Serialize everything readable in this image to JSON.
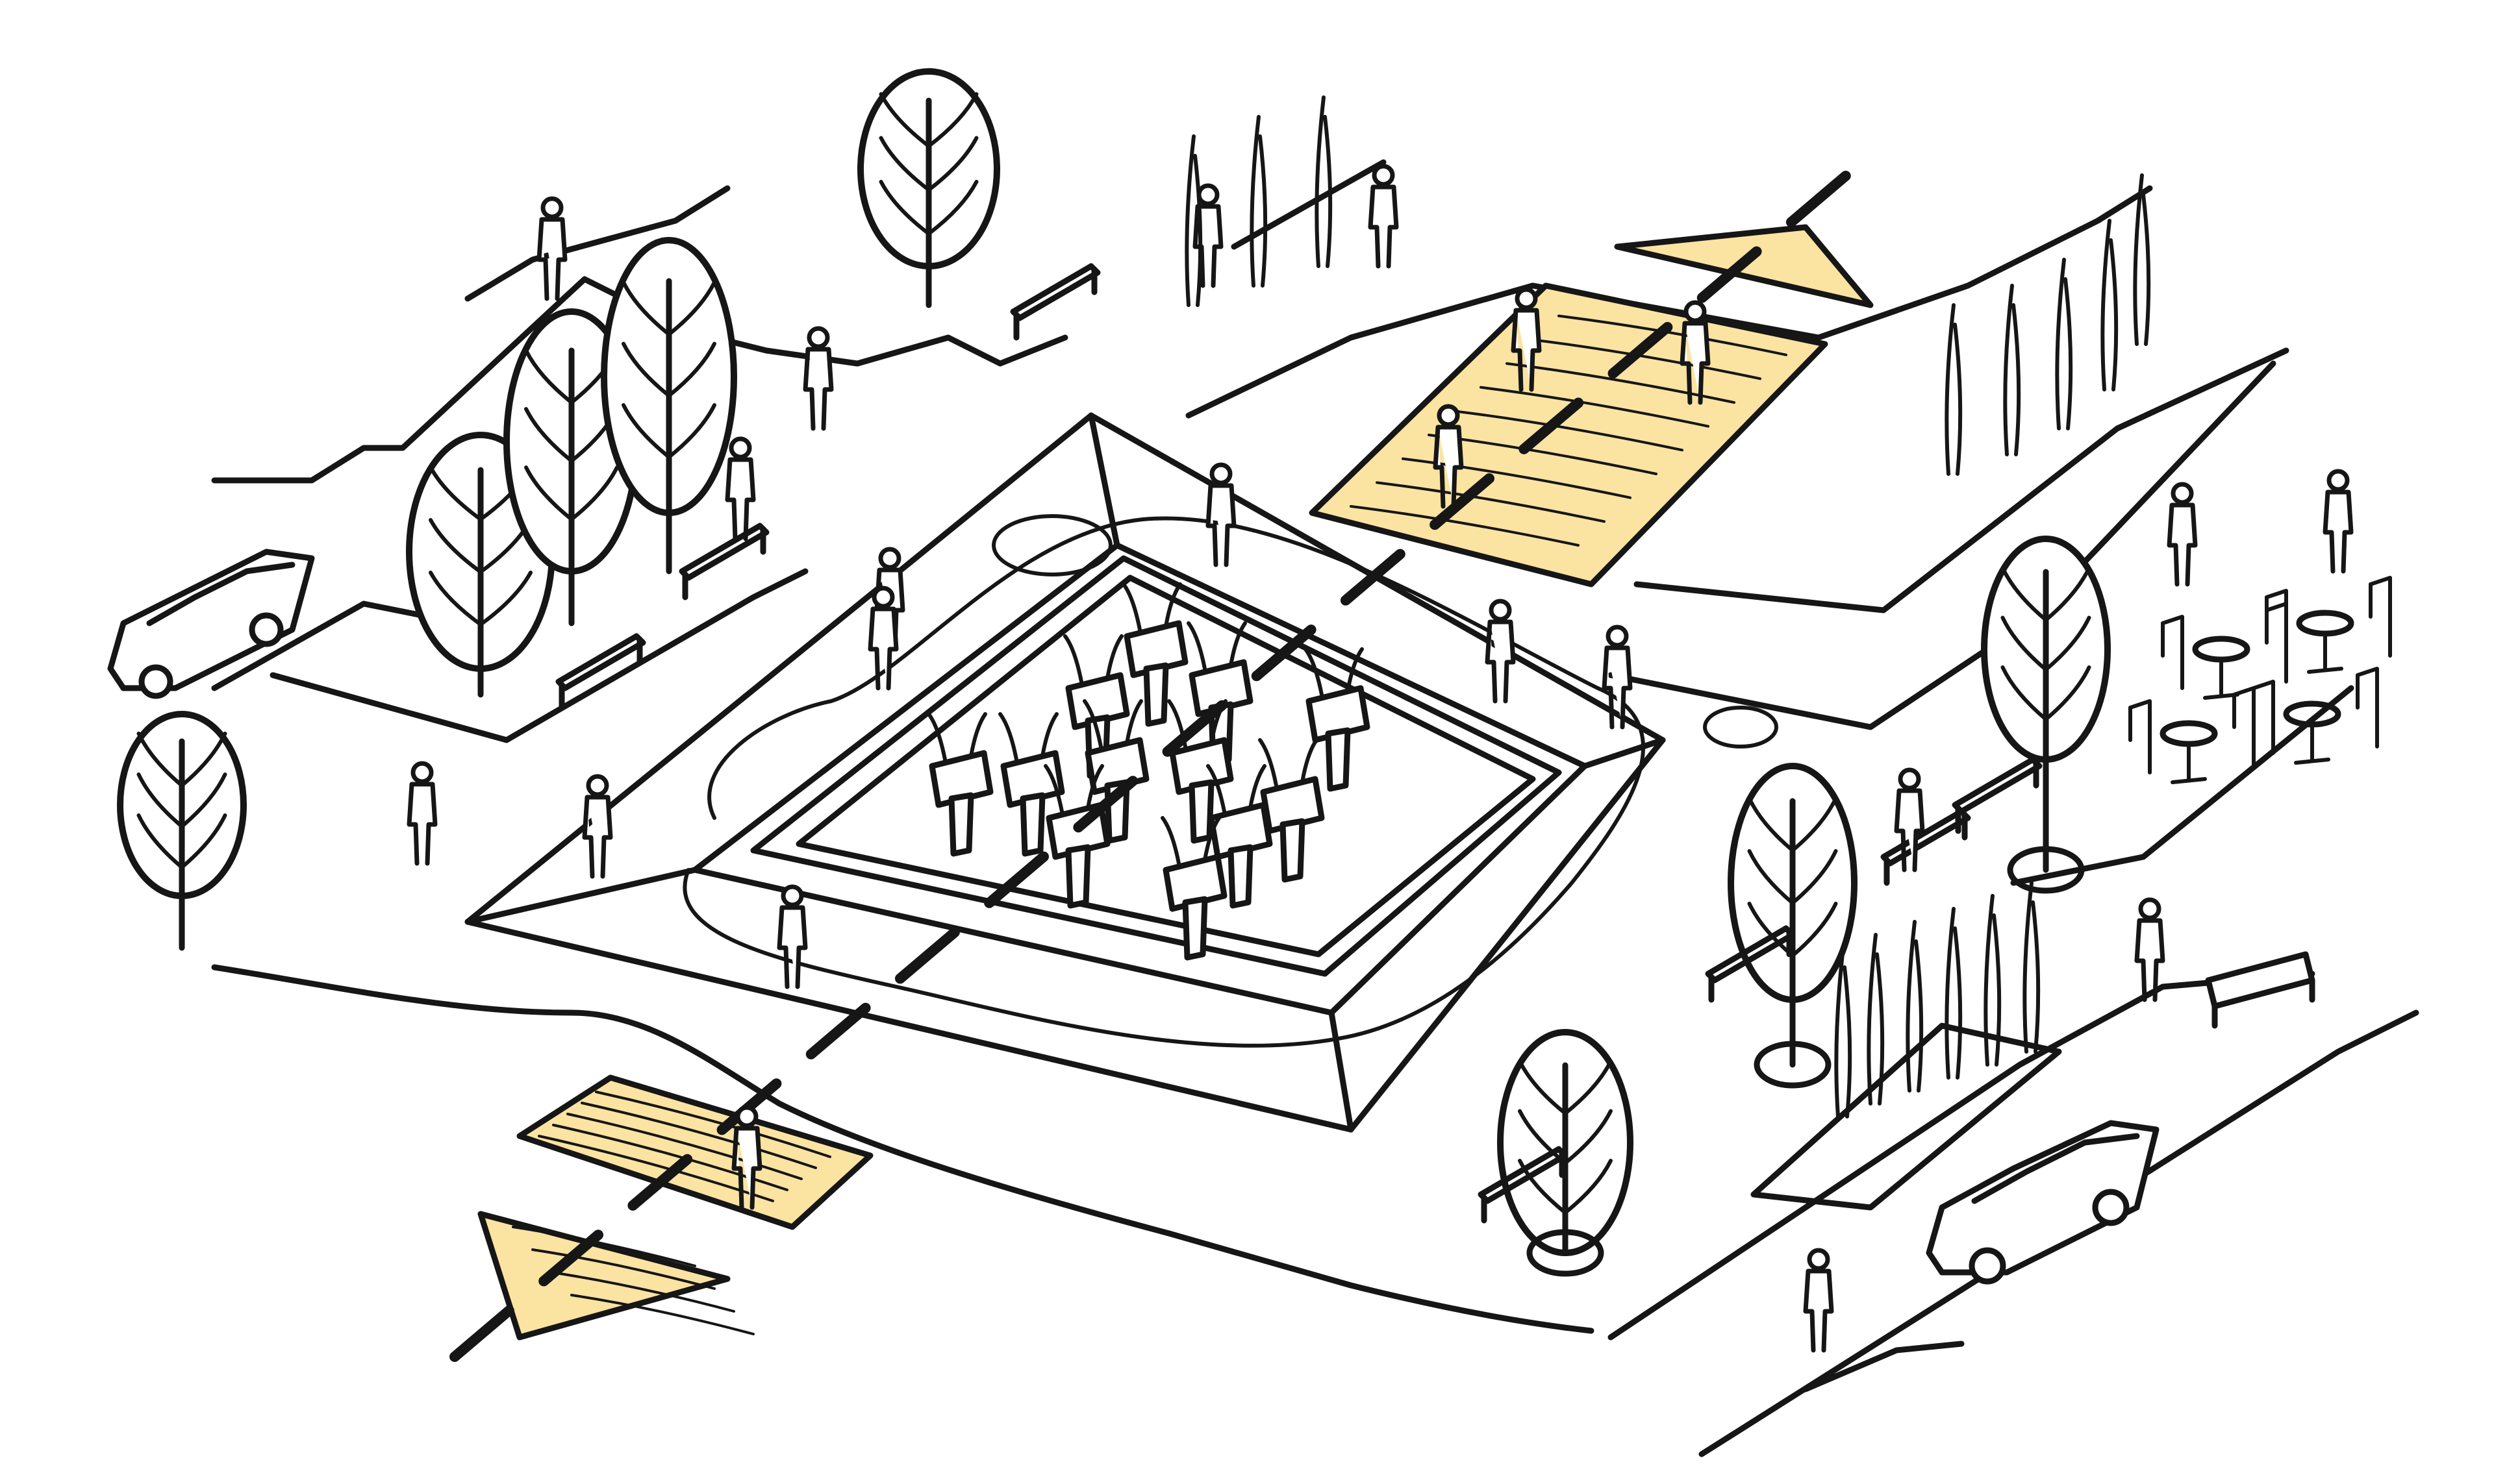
{
  "colors": {
    "ink": "#161616",
    "paper": "#ffffff",
    "wood_deck": "#fbe3a2"
  },
  "elements": {
    "central_plaza": "raised-square-platform",
    "sculptures": "fountain-block-sculptures",
    "decks": "wooden-deck-paths",
    "trees": "deciduous-trees",
    "cars": "parked-cars",
    "benches": "park-benches",
    "cafe": "cafe-tables-and-chairs",
    "people": "pedestrians"
  }
}
